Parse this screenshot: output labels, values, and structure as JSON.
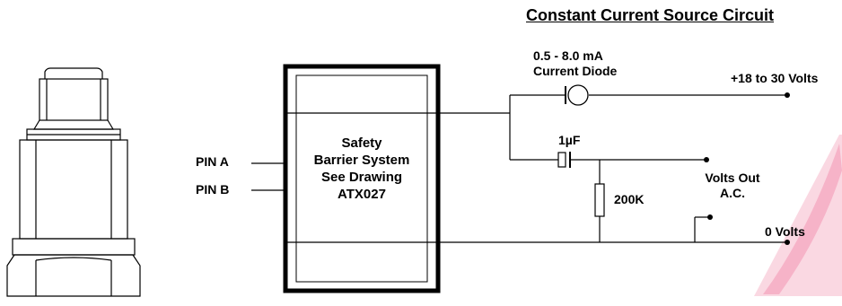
{
  "title": "Constant Current Source Circuit",
  "labels": {
    "diode": "0.5 - 8.0 mA\nCurrent Diode",
    "supply": "+18 to 30 Volts",
    "capacitor": "1µF",
    "resistor": "200K",
    "volts_out": "Volts Out\nA.C.",
    "ground": "0 Volts",
    "pin_a": "PIN A",
    "pin_b": "PIN B"
  },
  "barrier_box": {
    "lines": [
      "Safety",
      "Barrier System",
      "See Drawing",
      "ATX027"
    ]
  },
  "colors": {
    "stroke": "#000000",
    "watermark": "#e8336b"
  }
}
